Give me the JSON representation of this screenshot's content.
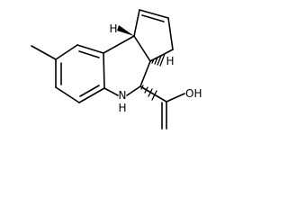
{
  "molecule": {
    "labels": {
      "nh_n": "N",
      "nh_h": "H",
      "oh": "OH",
      "h_top": "H",
      "h_mid": "H"
    },
    "colors": {
      "line": "#000000",
      "background": "#ffffff"
    }
  }
}
